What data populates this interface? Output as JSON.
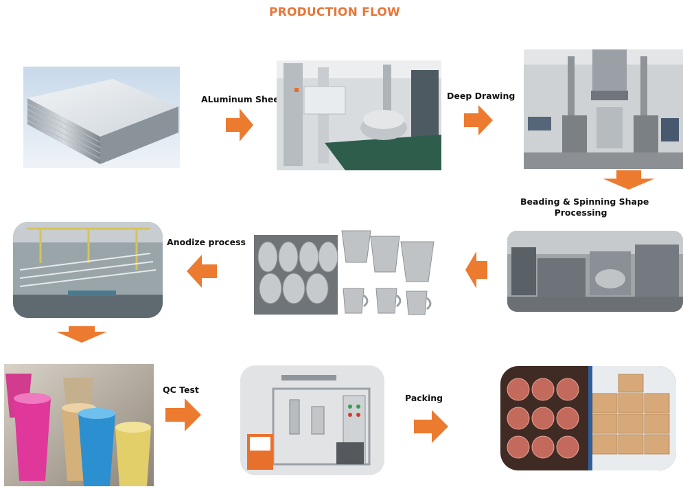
{
  "title": "PRODUCTION FLOW",
  "arrow_color": "#ec7a2f",
  "steps": {
    "aluminum_sheet": "ALuminum Sheet",
    "deep_drawing": "Deep Drawing",
    "beading_line1": "Beading & Spinning Shape",
    "beading_line2": "Processing",
    "anodize": "Anodize process",
    "qc_test": "QC Test",
    "packing": "Packing"
  },
  "images": [
    "aluminum-sheet-stack",
    "deep-drawing-press-line",
    "deep-drawing-machine",
    "spinning-lathe-machine",
    "finished-cups-and-mugs",
    "anodize-tank-line",
    "colored-anodized-cups",
    "qc-test-equipment",
    "packed-cartons-and-bowls"
  ]
}
